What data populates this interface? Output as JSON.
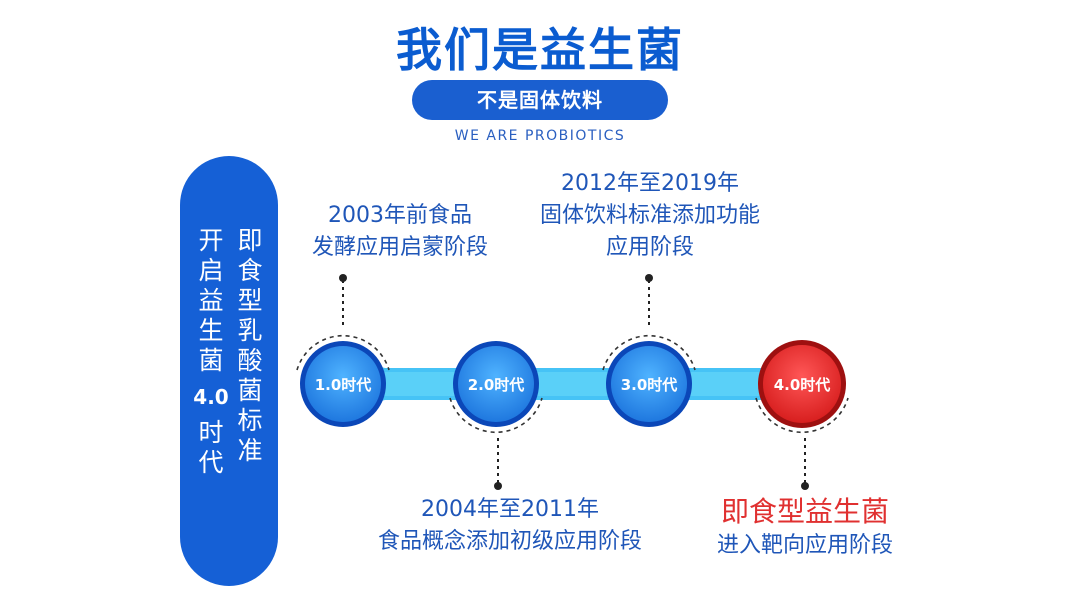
{
  "header": {
    "title": "我们是益生菌",
    "pill": "不是固体饮料",
    "subtitle": "WE ARE PROBIOTICS"
  },
  "side": {
    "left_col": [
      "开",
      "启",
      "益",
      "生",
      "菌",
      "4.0",
      "时",
      "代"
    ],
    "right_col": [
      "即",
      "食",
      "型",
      "乳",
      "酸",
      "菌",
      "标",
      "准"
    ]
  },
  "timeline": {
    "eras": [
      {
        "label": "1.0时代",
        "color": "#2a8ee8"
      },
      {
        "label": "2.0时代",
        "color": "#2a8ee8"
      },
      {
        "label": "3.0时代",
        "color": "#2a8ee8"
      },
      {
        "label": "4.0时代",
        "color": "#e02828"
      }
    ],
    "stage1": {
      "line1": "2003年前食品",
      "line2": "发酵应用启蒙阶段"
    },
    "stage2": {
      "line1": "2004年至2011年",
      "line2": "食品概念添加初级应用阶段"
    },
    "stage3": {
      "line1": "2012年至2019年",
      "line2": "固体饮料标准添加功能",
      "line3": "应用阶段"
    },
    "stage4": {
      "line1": "即食型益生菌",
      "line2": "进入靶向应用阶段"
    }
  },
  "colors": {
    "brand_blue": "#1560d6",
    "tube_blue": "#45c4f5",
    "highlight_red": "#e02828"
  }
}
